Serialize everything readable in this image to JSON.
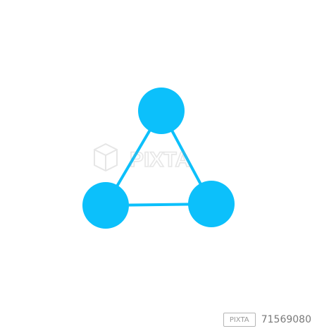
{
  "graphic": {
    "icon": "network-triangle-icon",
    "color": "#0cc0fb",
    "watermark_text": "PIXTA",
    "watermark_color": "#a8a8a8"
  },
  "footer": {
    "logo_text": "PIXTA",
    "image_number": "71569080"
  }
}
